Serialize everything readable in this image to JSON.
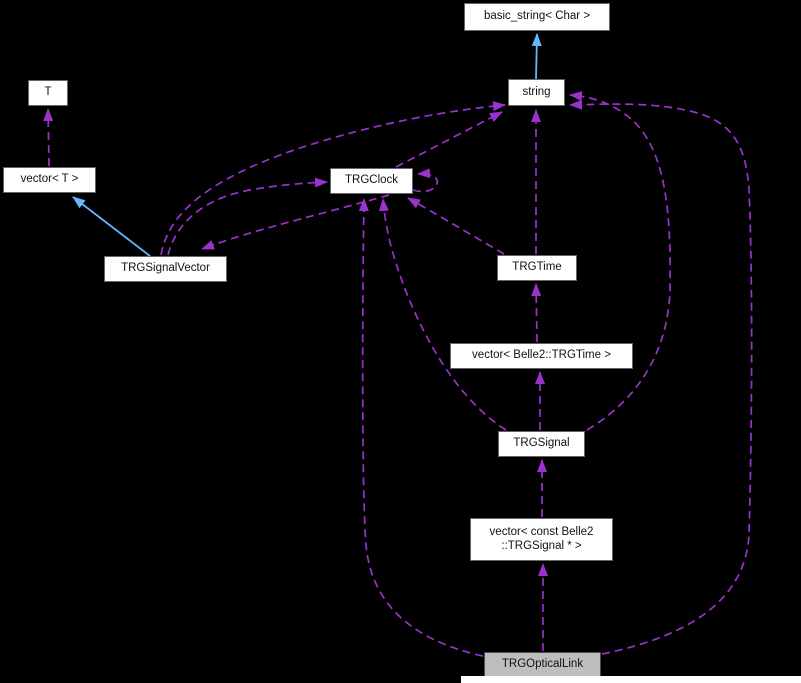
{
  "diagram": {
    "kind": "doxygen-collaboration-graph",
    "nodes": [
      {
        "id": "basic_string",
        "label": "basic_string< Char >"
      },
      {
        "id": "string",
        "label": "string"
      },
      {
        "id": "T",
        "label": "T"
      },
      {
        "id": "vector_T",
        "label": "vector< T >"
      },
      {
        "id": "TRGClock",
        "label": "TRGClock"
      },
      {
        "id": "TRGSignalVector",
        "label": "TRGSignalVector"
      },
      {
        "id": "TRGTime",
        "label": "TRGTime"
      },
      {
        "id": "vector_TRGTime",
        "label": "vector< Belle2::TRGTime >"
      },
      {
        "id": "TRGSignal",
        "label": "TRGSignal"
      },
      {
        "id": "vector_TRGSignal_ptr",
        "label": "vector< const Belle2 ::TRGSignal * >"
      },
      {
        "id": "TRGOpticalLink",
        "label": "TRGOpticalLink",
        "highlighted": true
      }
    ],
    "edges": [
      {
        "from": "string",
        "to": "basic_string",
        "type": "public-inheritance",
        "style": "solid-blue"
      },
      {
        "from": "TRGSignalVector",
        "to": "vector_T",
        "type": "public-inheritance",
        "style": "solid-blue"
      },
      {
        "from": "vector_T",
        "to": "T",
        "type": "usage",
        "style": "dashed-purple"
      },
      {
        "from": "TRGSignalVector",
        "to": "string",
        "type": "usage",
        "style": "dashed-purple"
      },
      {
        "from": "TRGClock",
        "to": "string",
        "type": "usage",
        "style": "dashed-purple"
      },
      {
        "from": "TRGTime",
        "to": "string",
        "type": "usage",
        "style": "dashed-purple"
      },
      {
        "from": "TRGSignal",
        "to": "string",
        "type": "usage",
        "style": "dashed-purple"
      },
      {
        "from": "TRGOpticalLink",
        "to": "string",
        "type": "usage",
        "style": "dashed-purple"
      },
      {
        "from": "TRGSignalVector",
        "to": "TRGClock",
        "type": "usage",
        "style": "dashed-purple"
      },
      {
        "from": "TRGClock",
        "to": "TRGSignalVector",
        "type": "usage",
        "style": "dashed-purple"
      },
      {
        "from": "TRGClock",
        "to": "TRGClock",
        "type": "usage-self",
        "style": "dashed-purple"
      },
      {
        "from": "TRGTime",
        "to": "TRGClock",
        "type": "usage",
        "style": "dashed-purple"
      },
      {
        "from": "TRGSignal",
        "to": "TRGClock",
        "type": "usage",
        "style": "dashed-purple"
      },
      {
        "from": "TRGOpticalLink",
        "to": "TRGClock",
        "type": "usage",
        "style": "dashed-purple"
      },
      {
        "from": "vector_TRGTime",
        "to": "TRGTime",
        "type": "usage",
        "style": "dashed-purple"
      },
      {
        "from": "TRGSignal",
        "to": "vector_TRGTime",
        "type": "usage",
        "style": "dashed-purple"
      },
      {
        "from": "vector_TRGSignal_ptr",
        "to": "TRGSignal",
        "type": "usage",
        "style": "dashed-purple"
      },
      {
        "from": "TRGOpticalLink",
        "to": "vector_TRGSignal_ptr",
        "type": "usage",
        "style": "dashed-purple"
      }
    ],
    "colors": {
      "background": "#000000",
      "node_fill": "#FFFFFF",
      "node_border": "#62666B",
      "current_node_fill": "#BEBEBE",
      "usage_edge": "#9A32CD",
      "inheritance_edge": "#63B8FF",
      "text": "#111111"
    }
  }
}
